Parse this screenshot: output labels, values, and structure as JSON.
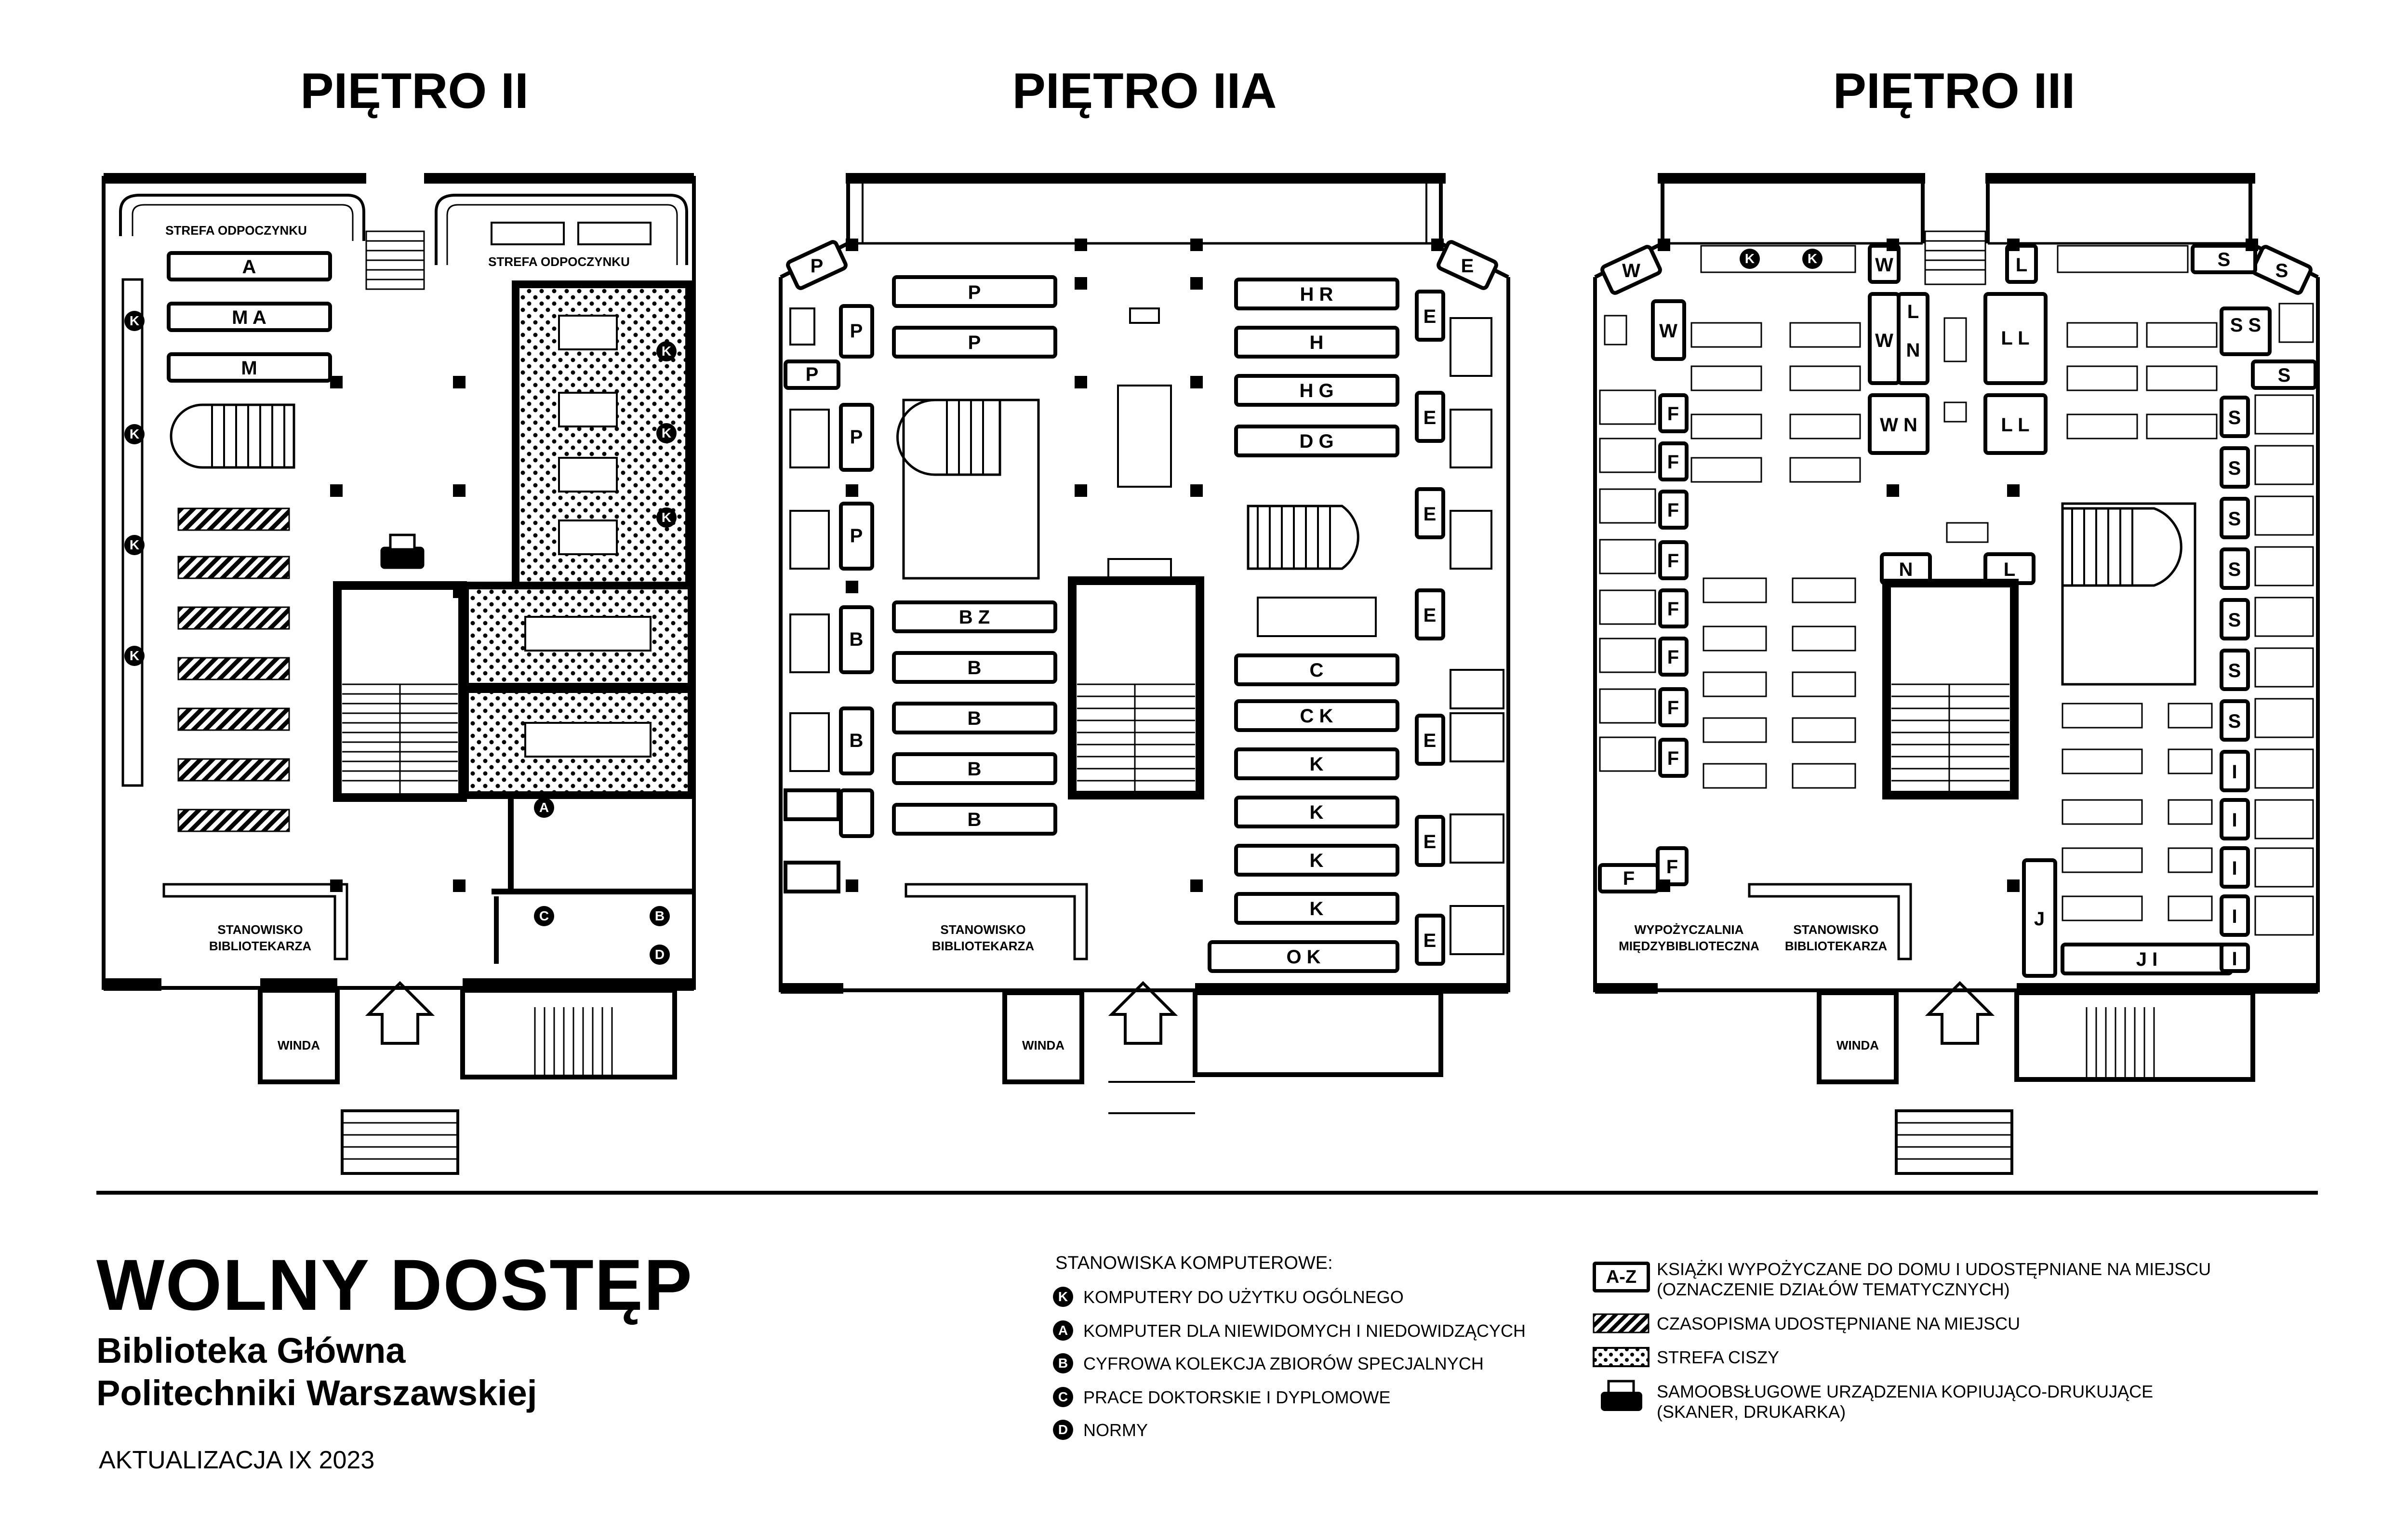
{
  "floors": [
    {
      "title": "PIĘTRO II"
    },
    {
      "title": "PIĘTRO IIA"
    },
    {
      "title": "PIĘTRO III"
    }
  ],
  "plan_labels": {
    "rest_zone": "STREFA ODPOCZYNKU",
    "librarian_desk_line1": "STANOWISKO",
    "librarian_desk_line2": "BIBLIOTEKARZA",
    "elevator": "WINDA",
    "ill_line1": "WYPOŻYCZALNIA",
    "ill_line2": "MIĘDZYBIBLIOTECZNA"
  },
  "shelf_letters": {
    "floor2": [
      "A",
      "M A",
      "M"
    ],
    "floor2a_left": [
      "P",
      "P",
      "B Z",
      "B",
      "B",
      "B",
      "B"
    ],
    "floor2a_right": [
      "H R",
      "H",
      "H G",
      "D G",
      "C",
      "C K",
      "K",
      "K",
      "K",
      "K",
      "O K"
    ],
    "floor2a_side_left": [
      "P",
      "P",
      "P",
      "P",
      "B",
      "B"
    ],
    "floor2a_side_right": [
      "E",
      "E",
      "E",
      "E",
      "E",
      "E",
      "E",
      "E"
    ],
    "floor3_top": [
      "W",
      "L",
      "S",
      "S"
    ],
    "floor3_mid": [
      "W",
      "W L N",
      "L L",
      "W N",
      "L L",
      "N",
      "L",
      "J",
      "J I",
      "I"
    ],
    "floor3_left": [
      "F",
      "F",
      "F",
      "F",
      "F",
      "F",
      "F",
      "F",
      "F"
    ],
    "floor3_right": [
      "S S",
      "S",
      "S",
      "S",
      "S",
      "S",
      "S",
      "S",
      "S",
      "I",
      "I",
      "I",
      "I",
      "I"
    ]
  },
  "station_markers": [
    "K",
    "A",
    "B",
    "C",
    "D"
  ],
  "title_block": {
    "main_title": "WOLNY DOSTĘP",
    "subtitle_line1": "Biblioteka Główna",
    "subtitle_line2": "Politechniki Warszawskiej",
    "update_note": "AKTUALIZACJA IX 2023"
  },
  "legend": {
    "stations_heading": "STANOWISKA KOMPUTEROWE:",
    "stations": [
      {
        "marker": "K",
        "label": "KOMPUTERY DO UŻYTKU OGÓLNEGO"
      },
      {
        "marker": "A",
        "label": "KOMPUTER DLA NIEWIDOMYCH I NIEDOWIDZĄCYCH"
      },
      {
        "marker": "B",
        "label": "CYFROWA KOLEKCJA ZBIORÓW SPECJALNYCH"
      },
      {
        "marker": "C",
        "label": "PRACE DOKTORSKIE I DYPLOMOWE"
      },
      {
        "marker": "D",
        "label": "NORMY"
      }
    ],
    "symbols": [
      {
        "symbol": "A-Z",
        "label_line1": "KSIĄŻKI WYPOŻYCZANE DO DOMU I UDOSTĘPNIANE NA MIEJSCU",
        "label_line2": "(OZNACZENIE DZIAŁÓW TEMATYCZNYCH)"
      },
      {
        "symbol": "hatch-icon",
        "label_line1": "CZASOPISMA UDOSTĘPNIANE NA MIEJSCU"
      },
      {
        "symbol": "dots-icon",
        "label_line1": "STREFA CISZY"
      },
      {
        "symbol": "printer-icon",
        "label_line1": "SAMOOBSŁUGOWE URZĄDZENIA KOPIUJĄCO-DRUKUJĄCE",
        "label_line2": "(SKANER, DRUKARKA)"
      }
    ]
  }
}
